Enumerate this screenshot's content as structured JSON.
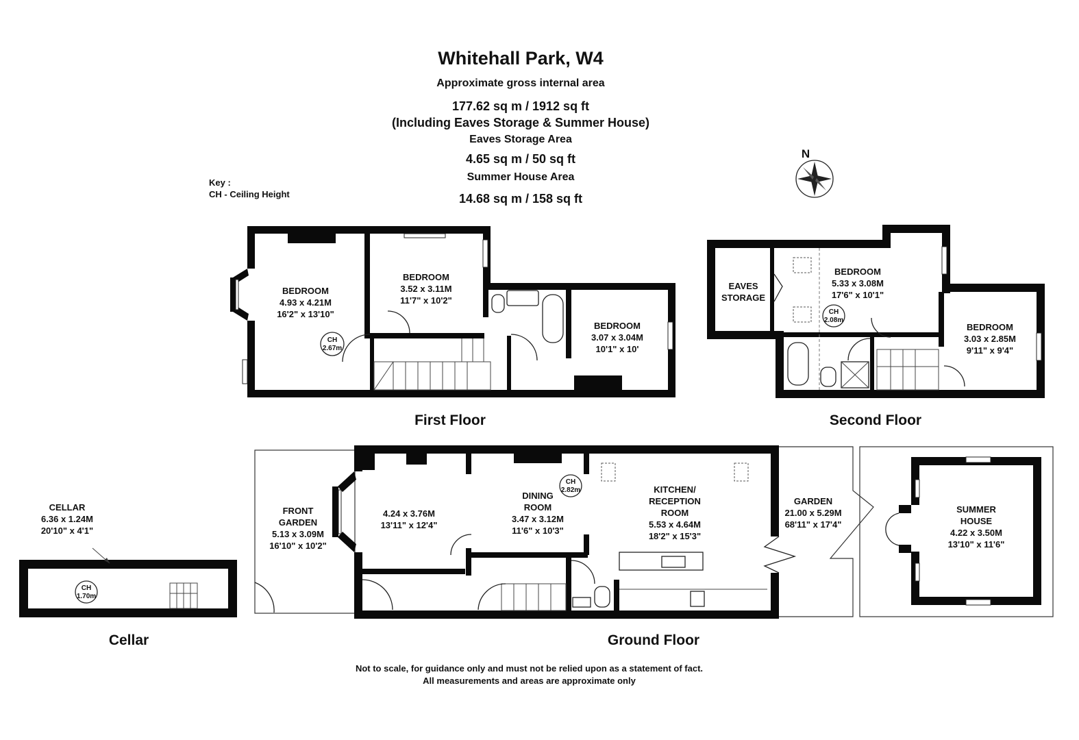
{
  "header": {
    "title": "Whitehall Park, W4",
    "gross_label": "Approximate gross internal area",
    "gross_value": "177.62 sq m /  1912 sq ft",
    "gross_note": "(Including Eaves Storage & Summer House)",
    "eaves_label": "Eaves Storage Area",
    "eaves_value": "4.65 sq m /  50 sq ft",
    "summer_label": "Summer House Area",
    "summer_value": "14.68 sq m /  158 sq ft"
  },
  "key": {
    "title": "Key :",
    "ch": "CH - Ceiling Height"
  },
  "compass": {
    "north": "N"
  },
  "floors": {
    "first": "First Floor",
    "second": "Second Floor",
    "ground": "Ground Floor",
    "cellar": "Cellar"
  },
  "rooms": {
    "ff_bed1": {
      "name": "BEDROOM",
      "metric": "4.93 x 4.21M",
      "imperial": "16'2\" x 13'10\""
    },
    "ff_bed2": {
      "name": "BEDROOM",
      "metric": "3.52 x 3.11M",
      "imperial": "11'7\" x 10'2\""
    },
    "ff_bed3": {
      "name": "BEDROOM",
      "metric": "3.07 x 3.04M",
      "imperial": "10'1\" x 10'"
    },
    "sf_eaves": {
      "name1": "EAVES",
      "name2": "STORAGE"
    },
    "sf_bed1": {
      "name": "BEDROOM",
      "metric": "5.33 x 3.08M",
      "imperial": "17'6\" x 10'1\""
    },
    "sf_bed2": {
      "name": "BEDROOM",
      "metric": "3.03 x 2.85M",
      "imperial": "9'11\" x 9'4\""
    },
    "gf_front_garden": {
      "name1": "FRONT",
      "name2": "GARDEN",
      "metric": "5.13 x 3.09M",
      "imperial": "16'10\" x 10'2\""
    },
    "gf_living": {
      "metric": "4.24 x 3.76M",
      "imperial": "13'11\" x 12'4\""
    },
    "gf_dining": {
      "name1": "DINING",
      "name2": "ROOM",
      "metric": "3.47 x 3.12M",
      "imperial": "11'6\" x 10'3\""
    },
    "gf_kitchen": {
      "name1": "KITCHEN/",
      "name2": "RECEPTION",
      "name3": "ROOM",
      "metric": "5.53 x 4.64M",
      "imperial": "18'2\" x 15'3\""
    },
    "gf_garden": {
      "name": "GARDEN",
      "metric": "21.00 x 5.29M",
      "imperial": "68'11\" x 17'4\""
    },
    "gf_summer": {
      "name1": "SUMMER",
      "name2": "HOUSE",
      "metric": "4.22 x 3.50M",
      "imperial": "13'10\" x 11'6\""
    },
    "cellar": {
      "name": "CELLAR",
      "metric": "6.36 x 1.24M",
      "imperial": "20'10\" x 4'1\""
    }
  },
  "ceiling_heights": {
    "ch_label": "CH",
    "first_floor": "2.67m",
    "second_floor": "2.08m",
    "ground_floor": "2.82m",
    "cellar": "1.70m"
  },
  "footer": {
    "line1": "Not to scale, for guidance only and must not be relied upon as a statement of fact.",
    "line2": "All measurements and areas are approximate only"
  }
}
